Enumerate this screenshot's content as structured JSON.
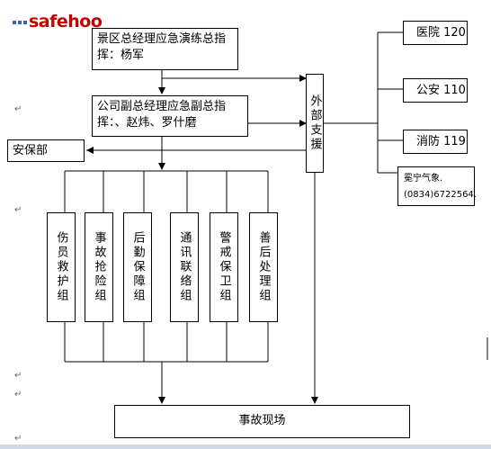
{
  "logo": {
    "text": "safehoo"
  },
  "nodes": {
    "scenic_commander": "景区总经理应急演练总指挥：杨军",
    "deputy_commander": "公司副总经理应急副总指挥：、赵炜、罗什磨",
    "security_dept": "安保部",
    "external_support": "外部支援",
    "hospital": "医院 120",
    "police": "公安 110",
    "fire": "消防 119",
    "weather_name": "冕宁气象.",
    "weather_phone": "(0834)6722564.",
    "accident_site": "事故现场",
    "groups": [
      "伤员救护组",
      "事故抢险组",
      "后勤保障组",
      "通讯联络组",
      "警戒保卫组",
      "善后处理组"
    ]
  },
  "marks": {
    "para": "↵"
  }
}
